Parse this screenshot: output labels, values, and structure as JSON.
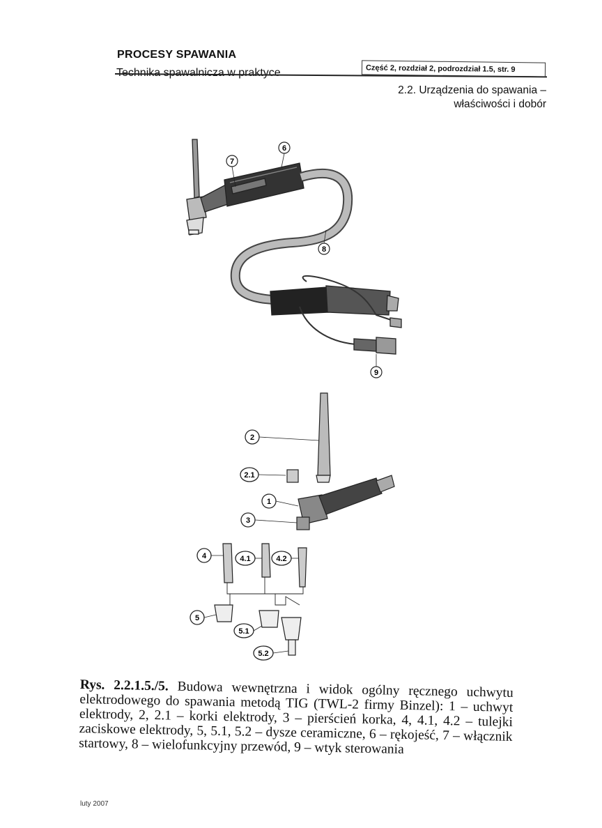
{
  "header": {
    "title": "PROCESY SPAWANIA",
    "subtitle": "Technika spawalnicza w praktyce",
    "reference": "Część 2, rozdział 2, podrozdział 1.5, str. 9",
    "section_line1": "2.2. Urządzenia do spawania –",
    "section_line2": "właściwości i dobór"
  },
  "figure_top": {
    "labels": [
      "7",
      "6",
      "8",
      "9"
    ]
  },
  "figure_bottom": {
    "labels": [
      "2",
      "2.1",
      "1",
      "3",
      "4",
      "4.1",
      "4.2",
      "5",
      "5.1",
      "5.2"
    ]
  },
  "caption": {
    "figure_number": "Rys. 2.2.1.5./5.",
    "text": " Budowa wewnętrzna i widok ogólny ręcznego uchwytu elektrodowego do spawania metodą TIG (TWL-2 firmy Binzel): 1 – uchwyt elektrody, 2, 2.1 – korki elektrody, 3 – pierścień korka, 4, 4.1, 4.2 – tulejki zaciskowe elektrody, 5, 5.1, 5.2 – dysze ceramiczne, 6 – rękojeść, 7 – włącznik startowy, 8 – wielofunkcyjny przewód, 9 – wtyk sterowania"
  },
  "footer": {
    "date": "luty 2007"
  }
}
